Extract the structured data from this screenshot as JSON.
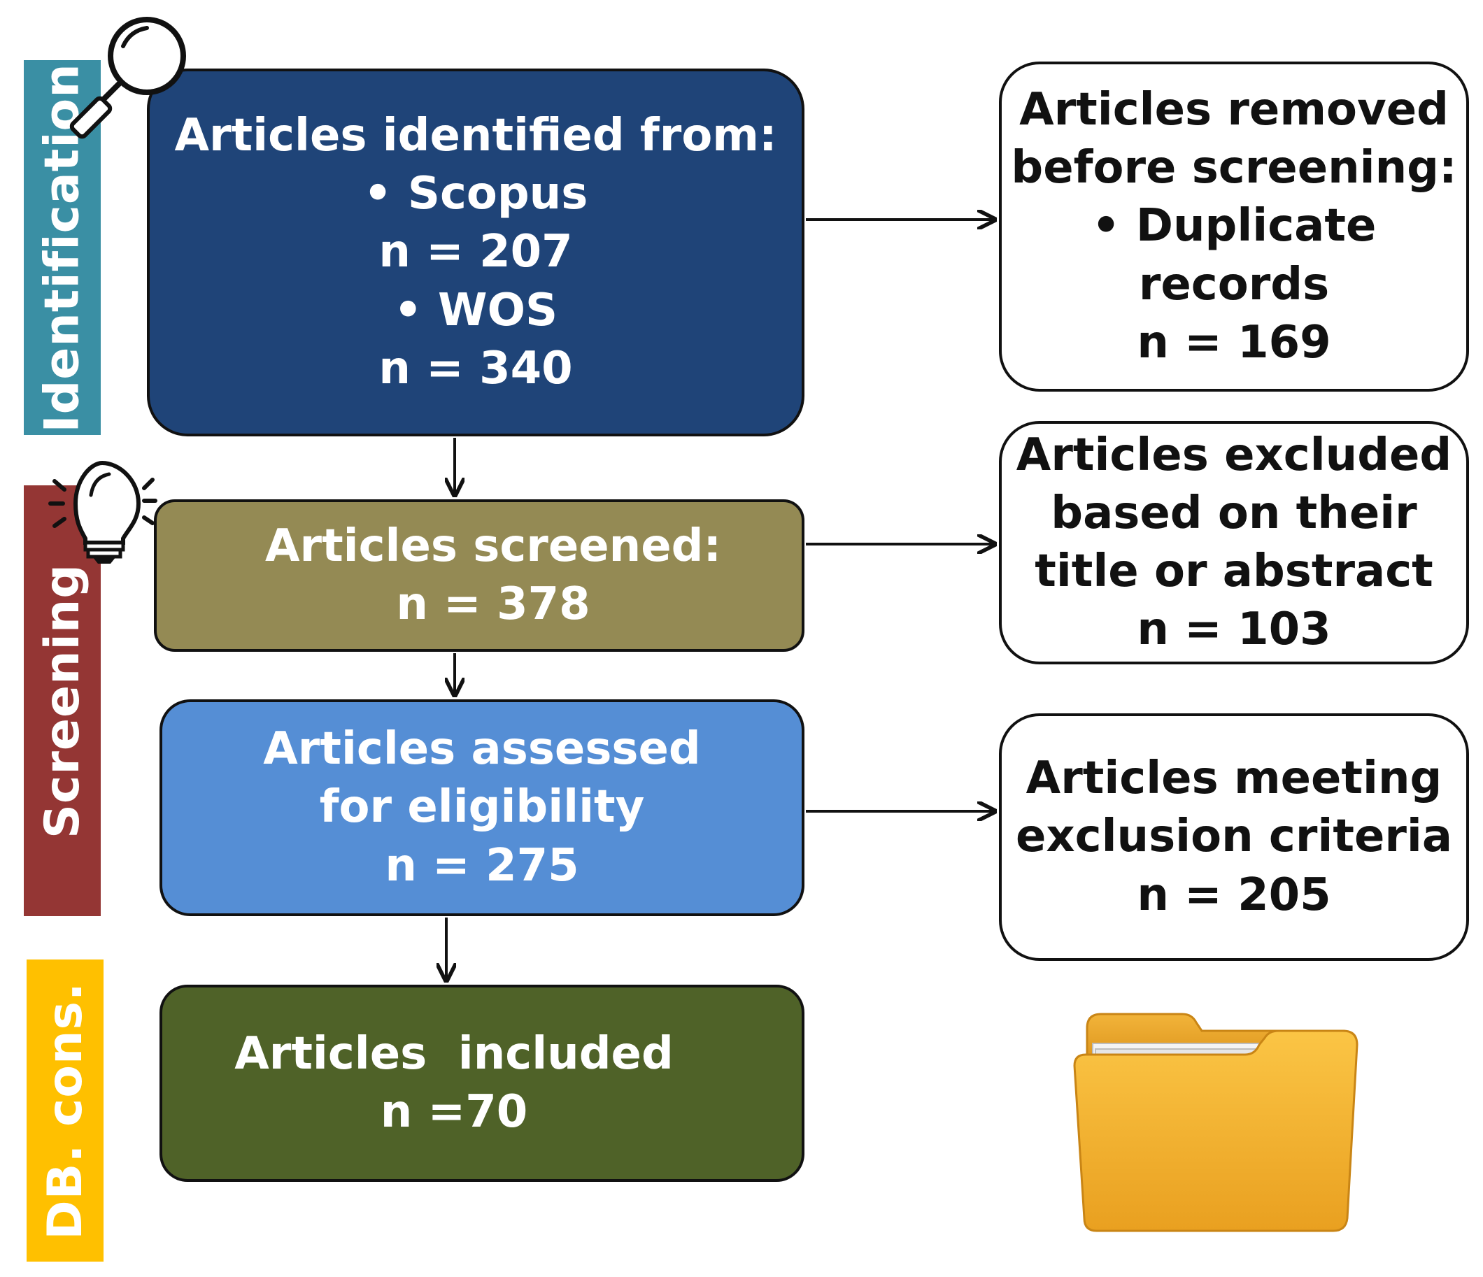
{
  "colors": {
    "identification": "#3a8fa4",
    "screening": "#943634",
    "db_cons": "#ffc000",
    "box_identified": "#1f4478",
    "box_screened": "#948a54",
    "box_assessed": "#558ed5",
    "box_included": "#4f6228",
    "folder": "#f5b52e"
  },
  "stages": {
    "identification": "Identification",
    "screening": "Screening",
    "db_cons": "DB. cons."
  },
  "boxes": {
    "identified": [
      "Articles identified from:",
      "• Scopus",
      "n = 207",
      "• WOS",
      "n = 340"
    ],
    "screened": [
      "Articles screened:",
      "n = 378"
    ],
    "assessed": [
      "Articles assessed",
      "for eligibility",
      "n = 275"
    ],
    "included": [
      "Articles  included",
      "n =70"
    ],
    "removed": [
      "Articles removed",
      "before screening:",
      "• Duplicate",
      "records",
      "n = 169"
    ],
    "excluded_title": [
      "Articles excluded",
      "based on their",
      "title or abstract",
      "n = 103"
    ],
    "excluded_criteria": [
      "Articles meeting",
      "exclusion criteria",
      "n = 205"
    ]
  },
  "icons": [
    "magnifier-icon",
    "lightbulb-icon",
    "folder-icon"
  ]
}
